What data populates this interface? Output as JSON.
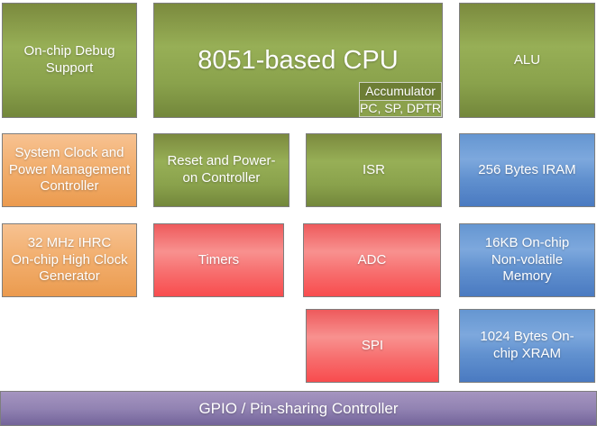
{
  "diagram": {
    "blocks": {
      "debug": {
        "label": "On-chip Debug\nSupport"
      },
      "cpu": {
        "label": "8051-based CPU"
      },
      "accumulator": {
        "label": "Accumulator"
      },
      "registers": {
        "label": "PC, SP, DPTR"
      },
      "alu": {
        "label": "ALU"
      },
      "sysclk": {
        "label": "System Clock and\nPower Management\nController"
      },
      "reset": {
        "label": "Reset and Power-\non Controller"
      },
      "isr": {
        "label": "ISR"
      },
      "iram": {
        "label": "256 Bytes IRAM"
      },
      "ihrc": {
        "label": "32 MHz IHRC\nOn-chip High Clock\nGenerator"
      },
      "timers": {
        "label": "Timers"
      },
      "adc": {
        "label": "ADC"
      },
      "nvm": {
        "label": "16KB On-chip\nNon-volatile\nMemory"
      },
      "spi": {
        "label": "SPI"
      },
      "xram": {
        "label": "1024 Bytes On-\nchip XRAM"
      },
      "gpio": {
        "label": "GPIO / Pin-sharing Controller"
      }
    },
    "colors": {
      "green": "#8aa24c",
      "orange": "#f0aa66",
      "red": "#f76d6d",
      "blue": "#5f90cf",
      "purple": "#8d7eae",
      "accumulator_fill": "#6d7e35",
      "registers_fill": "#8ba14c",
      "border": "#7e7e7e",
      "subbox_border": "#ced3c2",
      "text": "#ffffff"
    }
  }
}
